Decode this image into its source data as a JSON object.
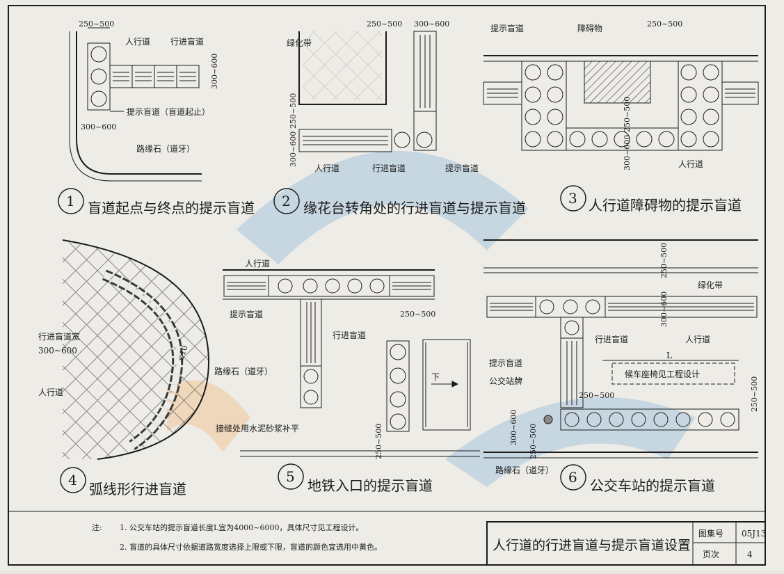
{
  "colors": {
    "paper": "#eeece6",
    "ink": "#1b1b1b",
    "watermark_blue": "#7fb2d9",
    "watermark_orange": "#f0b169",
    "bus_sign": "#8a8a8a"
  },
  "panel1": {
    "number": "1",
    "caption": "盲道起点与终点的提示盲道",
    "dim_width": "250~500",
    "dim_travel": "300~600",
    "dim_corner": "300~600",
    "label_walkway": "人行道",
    "label_travel": "行进盲道",
    "label_warning": "提示盲道（盲道起止）",
    "label_curb": "路缘石（道牙）"
  },
  "panel2": {
    "number": "2",
    "caption": "缘花台转角处的行进盲道与提示盲道",
    "dim_warning": "250~500",
    "dim_travel": "300~600",
    "dim_v1": "250~500",
    "dim_v2": "300~600",
    "label_green": "绿化带",
    "label_walkway": "人行道",
    "label_travel": "行进盲道",
    "label_warning": "提示盲道"
  },
  "panel3": {
    "number": "3",
    "caption": "人行道障碍物的提示盲道",
    "label_warning": "提示盲道",
    "label_obstacle": "障碍物",
    "dim_top": "250~500",
    "dim_v1": "250~500",
    "dim_v2": "300~600",
    "label_walkway": "人行道"
  },
  "panel4": {
    "number": "4",
    "caption": "弧线形行进盲道",
    "label_width": "行进盲道宽",
    "label_width_dim": "300~600",
    "label_walkway": "人行道",
    "label_curb": "路缘石（道牙）",
    "label_gap": "≤10",
    "label_joint": "接缝处用水泥砂浆补平"
  },
  "panel5": {
    "number": "5",
    "caption": "地铁入口的提示盲道",
    "label_walkway": "人行道",
    "label_warning": "提示盲道",
    "label_travel": "行进盲道",
    "dim_top": "250~500",
    "dim_bottom": "250~500",
    "label_down": "下"
  },
  "panel6": {
    "number": "6",
    "caption": "公交车站的提示盲道",
    "dim_v1": "250~500",
    "dim_v2": "300~600",
    "label_green": "绿化带",
    "label_walkway": "人行道",
    "label_travel": "行进盲道",
    "label_L": "L",
    "label_bench": "候车座椅见工程设计",
    "label_warning": "提示盲道",
    "label_bus_sign": "公交站牌",
    "dim_stop": "250~500",
    "dim_right": "250~500",
    "dim_left1": "300~600",
    "dim_left2": "250~500",
    "label_curb": "路缘石（道牙）"
  },
  "notes": {
    "prefix": "注:",
    "line1": "1. 公交车站的提示盲道长度L宜为4000~6000，具体尺寸见工程设计。",
    "line2": "2. 盲道的具体尺寸依据道路宽度选择上限或下限，盲道的颜色宜选用中黄色。"
  },
  "title_block": {
    "title": "人行道的行进盲道与提示盲道设置",
    "atlas_label": "图集号",
    "atlas_value": "05J13",
    "page_label": "页次",
    "page_value": "4"
  }
}
